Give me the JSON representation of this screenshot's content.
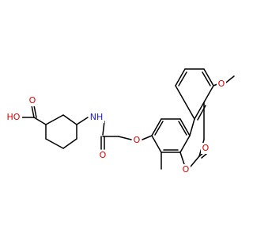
{
  "colors": {
    "background": "#ffffff",
    "bond": "#000000",
    "oxygen": "#e00000",
    "nitrogen": "#2020d0",
    "carbon": "#000000"
  },
  "molecule": {
    "labels": {
      "carboxyl_oh": "HO",
      "carboxyl_o": "O",
      "amide_nh": "NH",
      "amide_o": "O",
      "ether_o": "O",
      "methyl": "",
      "lactone_ring_o": "O",
      "lactone_carbonyl_o": "O",
      "methoxy_o": "O"
    },
    "atom_elements": {
      "carboxyl_oh": "oxygen",
      "carboxyl_o": "oxygen",
      "amide_nh": "nitrogen",
      "amide_o": "oxygen",
      "ether_o": "oxygen",
      "lactone_ring_o": "oxygen",
      "lactone_carbonyl_o": "oxygen",
      "methoxy_o": "oxygen"
    }
  }
}
